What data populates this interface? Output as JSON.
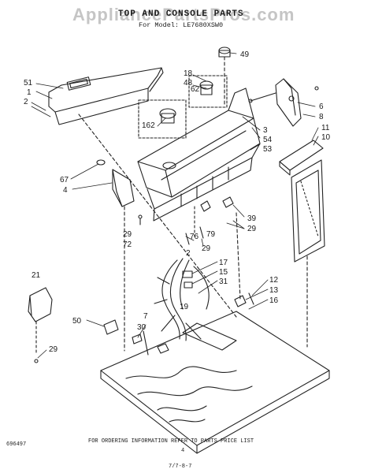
{
  "watermark": "AppliancePartsPros.com",
  "header": {
    "title": "TOP AND CONSOLE PARTS",
    "model_line": "For Model: LE7680XSW0"
  },
  "callouts": [
    "49",
    "51",
    "1",
    "2",
    "18",
    "48",
    "62",
    "162",
    "3",
    "54",
    "53",
    "6",
    "8",
    "11",
    "10",
    "67",
    "4",
    "39",
    "29",
    "76",
    "79",
    "29",
    "29",
    "72",
    "2",
    "17",
    "15",
    "31",
    "19",
    "21",
    "12",
    "13",
    "16",
    "50",
    "7",
    "30",
    "29"
  ],
  "footer": {
    "ordering_note": "FOR ORDERING INFORMATION REFER TO PARTS PRICE LIST",
    "page_number": "4",
    "figure_number": "696497",
    "date_code": "7/7-8-7"
  }
}
